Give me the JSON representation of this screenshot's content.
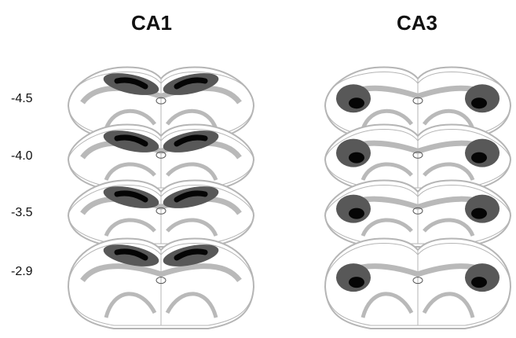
{
  "columns": [
    {
      "label": "CA1",
      "lesion_type": "dorsal"
    },
    {
      "label": "CA3",
      "lesion_type": "lateral"
    }
  ],
  "rows": [
    {
      "label": "-4.5"
    },
    {
      "label": "-4.0"
    },
    {
      "label": "-3.5"
    },
    {
      "label": "-2.9"
    }
  ],
  "colors": {
    "lesion_outer": "#585858",
    "lesion_core": "#050505",
    "white_matter": "#b9b9b9",
    "outline": "#b5b5b5",
    "fill": "#ffffff"
  }
}
